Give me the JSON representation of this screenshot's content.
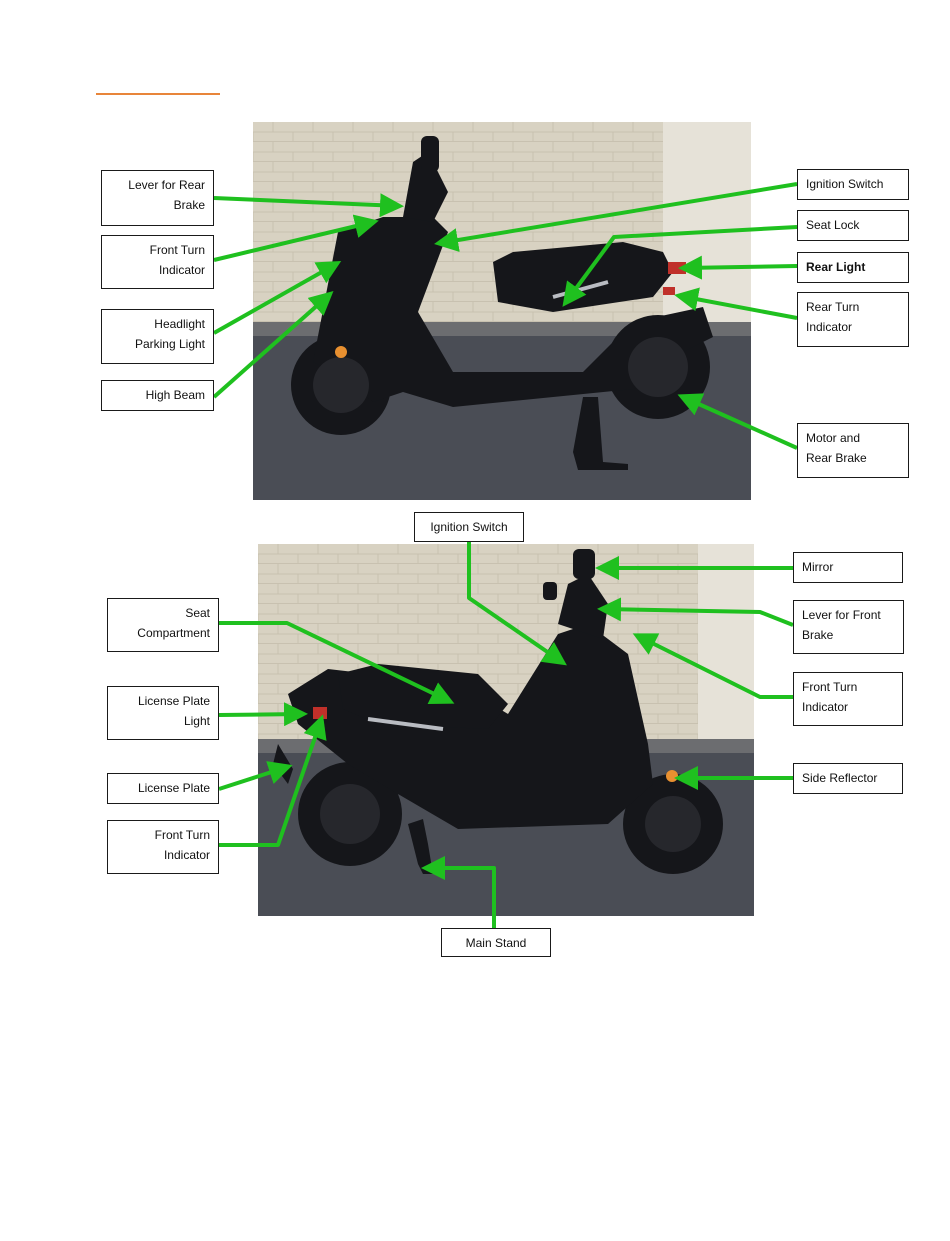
{
  "colors": {
    "rule": "#e8853a",
    "arrow": "#1fc01f",
    "wall": "#d8d2c2",
    "asphalt": "#4a4d55",
    "scooter": "#15161a"
  },
  "diagram_top": {
    "labels": {
      "rear_brake_lever": "Lever for Rear\nBrake",
      "front_turn_indicator": "Front Turn\nIndicator",
      "headlight_parking": "Headlight\nParking Light",
      "high_beam": "High Beam",
      "ignition_switch": "Ignition Switch",
      "seat_lock": "Seat Lock",
      "rear_light": "Rear Light",
      "rear_turn_indicator": "Rear Turn\nIndicator",
      "motor_rear_brake": "Motor and\nRear Brake"
    }
  },
  "diagram_bottom": {
    "labels": {
      "ignition_switch": "Ignition Switch",
      "seat_compartment": "Seat\nCompartment",
      "license_plate_light": "License Plate\nLight",
      "license_plate": "License Plate",
      "front_turn_indicator_left": "Front Turn\nIndicator",
      "mirror": "Mirror",
      "front_brake_lever": "Lever for Front\nBrake",
      "front_turn_indicator_right": "Front Turn\nIndicator",
      "side_reflector": "Side Reflector",
      "main_stand": "Main Stand"
    }
  }
}
